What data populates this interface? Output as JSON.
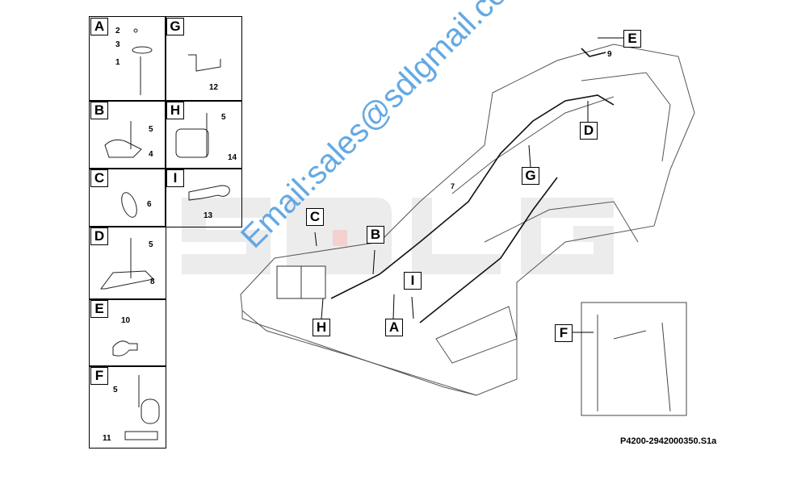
{
  "detail_panels": [
    {
      "id": "A",
      "parts": [
        "2",
        "3",
        "1"
      ]
    },
    {
      "id": "G",
      "parts": [
        "12"
      ]
    },
    {
      "id": "B",
      "parts": [
        "5",
        "4"
      ]
    },
    {
      "id": "H",
      "parts": [
        "5",
        "14"
      ]
    },
    {
      "id": "C",
      "parts": [
        "6"
      ]
    },
    {
      "id": "I",
      "parts": [
        "13"
      ]
    },
    {
      "id": "D",
      "parts": [
        "5",
        "8"
      ]
    },
    {
      "id": "E",
      "parts": [
        "10"
      ]
    },
    {
      "id": "F",
      "parts": [
        "5",
        "11"
      ]
    }
  ],
  "callouts": {
    "A": "A",
    "B": "B",
    "C": "C",
    "D": "D",
    "E": "E",
    "F": "F",
    "G": "G",
    "H": "H",
    "I": "I"
  },
  "main_labels": {
    "harness": "7",
    "e_part": "9"
  },
  "logo_watermark": "SDLG",
  "email_watermark": "Email:sales@sdlgmail.com",
  "drawing_code": "P4200-2942000350.S1a"
}
